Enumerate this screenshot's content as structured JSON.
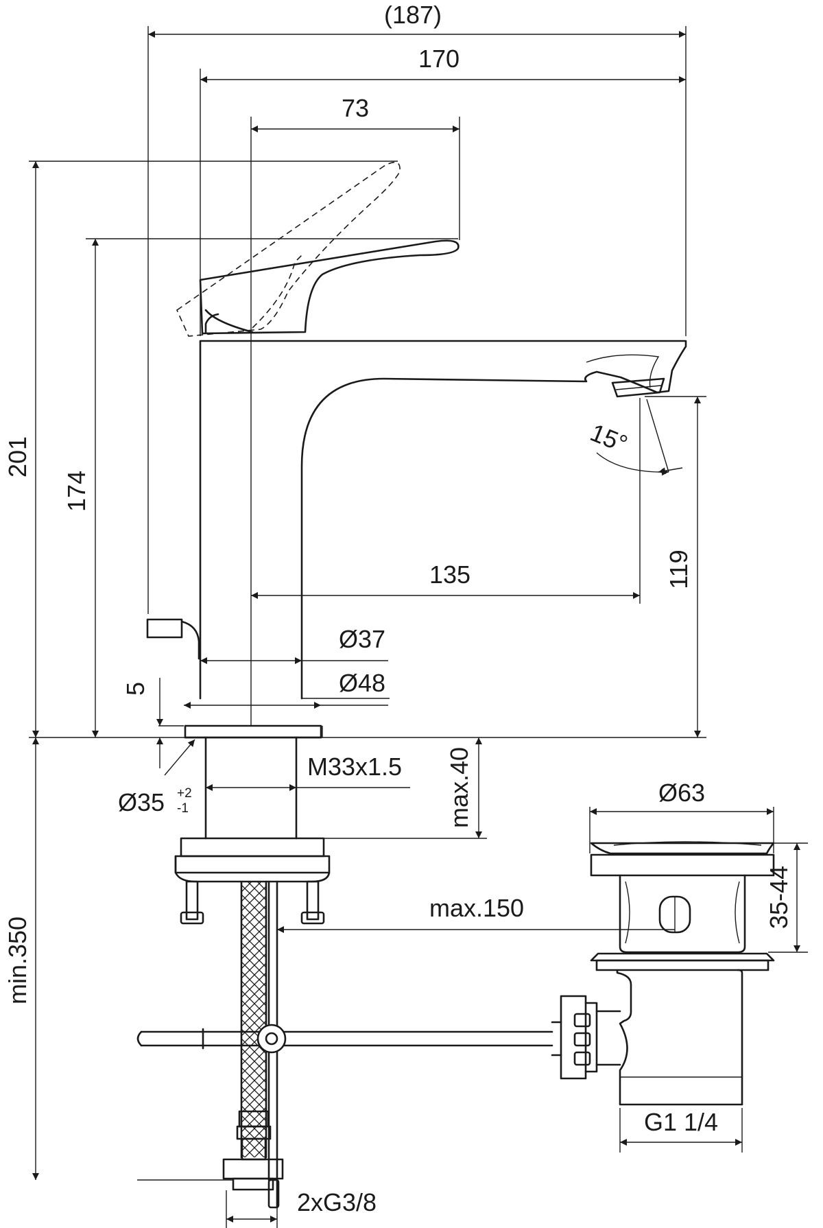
{
  "drawing": {
    "dimensions": {
      "overall_width": "(187)",
      "spout_reach_total": "170",
      "lever_length": "73",
      "total_height": "201",
      "lever_height": "174",
      "spout_height": "119",
      "spout_reach": "135",
      "body_diameter": "Ø37",
      "base_diameter": "Ø48",
      "base_thickness": "5",
      "hole_diameter": "Ø35",
      "hole_tol_plus": "+2",
      "hole_tol_minus": "-1",
      "thread": "M33x1.5",
      "deck_thickness": "max.40",
      "hose_length": "min.350",
      "pull_rod_length": "max.150",
      "waste_diameter": "Ø63",
      "waste_range": "35-44",
      "waste_thread": "G1 1/4",
      "hose_connection": "2xG3/8",
      "outlet_angle": "15°"
    }
  }
}
